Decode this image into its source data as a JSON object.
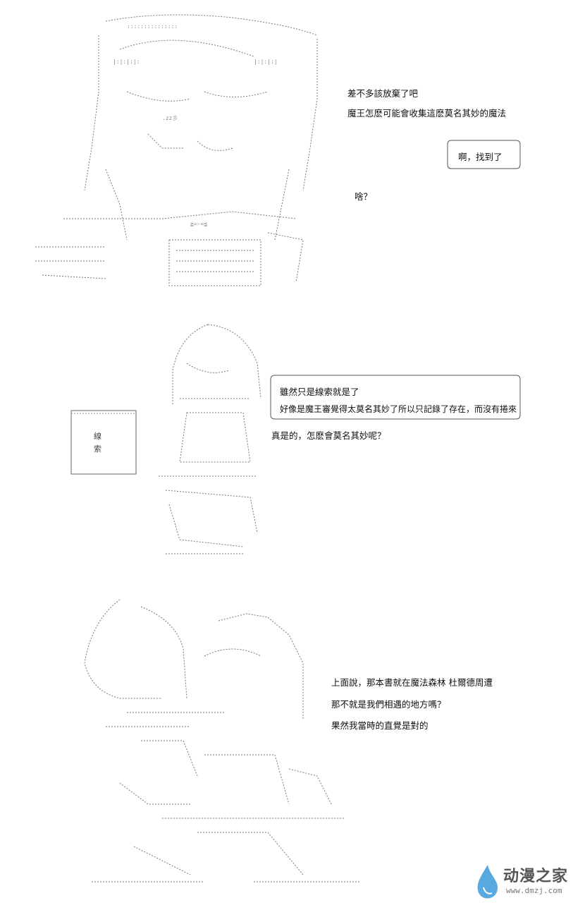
{
  "panel1": {
    "dialog": [
      "差不多該放棄了吧",
      "魔王怎麽可能會收集這麽莫名其妙的魔法"
    ],
    "bubble_text": "啊，找到了",
    "mutter": "啥？"
  },
  "panel2": {
    "bubble_lines": [
      "雖然只是線索就是了",
      "好像是魔王審覺得太莫名其妙了所以只記錄了存在，而沒有捲來"
    ],
    "reply": "真是的，怎麽會莫名其妙呢？",
    "sign_chars": [
      "線",
      "索"
    ]
  },
  "panel3": {
    "dialog": [
      "上面說，那本書就在魔法森林 杜爾德周遭",
      "那不就是我們相遇的地方嗎？",
      "果然我當時的直覺是對的"
    ]
  },
  "watermark": {
    "name": "动漫之家",
    "url": "www.dmzj.com",
    "color": "#3a9ad9"
  }
}
